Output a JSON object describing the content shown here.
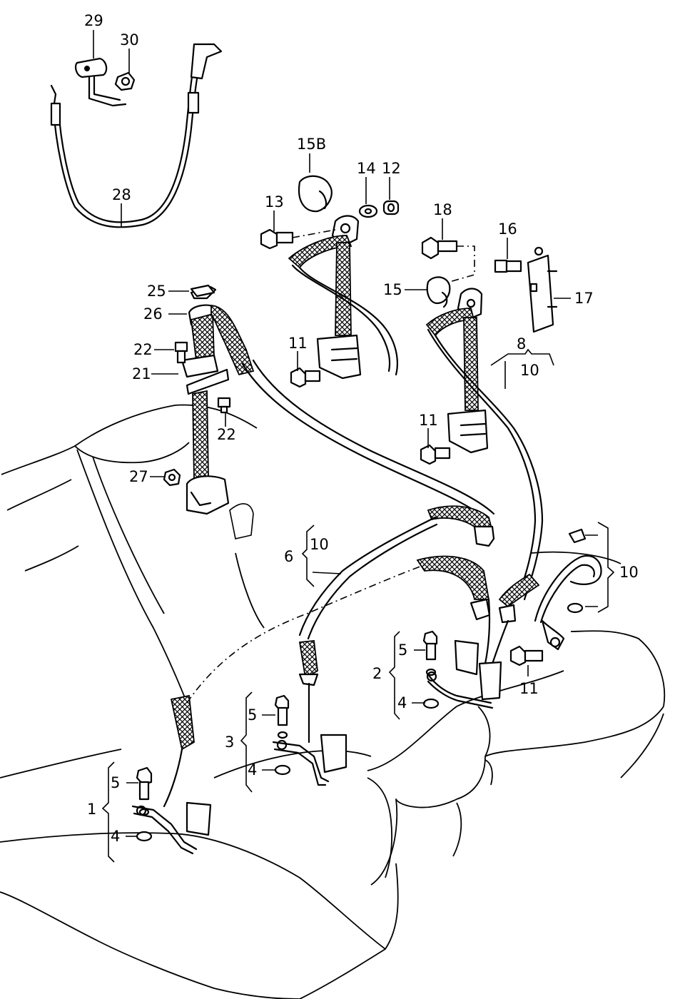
{
  "callouts": [
    {
      "id": "c29",
      "text": "29"
    },
    {
      "id": "c30",
      "text": "30"
    },
    {
      "id": "c28",
      "text": "28"
    },
    {
      "id": "c15b",
      "text": "15B"
    },
    {
      "id": "c14",
      "text": "14"
    },
    {
      "id": "c12",
      "text": "12"
    },
    {
      "id": "c13",
      "text": "13"
    },
    {
      "id": "c18",
      "text": "18"
    },
    {
      "id": "c16",
      "text": "16"
    },
    {
      "id": "c17",
      "text": "17"
    },
    {
      "id": "c15",
      "text": "15"
    },
    {
      "id": "c25",
      "text": "25"
    },
    {
      "id": "c26",
      "text": "26"
    },
    {
      "id": "c22a",
      "text": "22"
    },
    {
      "id": "c21",
      "text": "21"
    },
    {
      "id": "c22b",
      "text": "22"
    },
    {
      "id": "c27",
      "text": "27"
    },
    {
      "id": "c11a",
      "text": "11"
    },
    {
      "id": "c11b",
      "text": "11"
    },
    {
      "id": "c8",
      "text": "8"
    },
    {
      "id": "c10a",
      "text": "10"
    },
    {
      "id": "c6",
      "text": "6"
    },
    {
      "id": "c10b",
      "text": "10"
    },
    {
      "id": "c10c",
      "text": "10"
    },
    {
      "id": "c5a",
      "text": "5"
    },
    {
      "id": "c2",
      "text": "2"
    },
    {
      "id": "c4a",
      "text": "4"
    },
    {
      "id": "c11c",
      "text": "11"
    },
    {
      "id": "c5b",
      "text": "5"
    },
    {
      "id": "c3",
      "text": "3"
    },
    {
      "id": "c4b",
      "text": "4"
    },
    {
      "id": "c5c",
      "text": "5"
    },
    {
      "id": "c1",
      "text": "1"
    },
    {
      "id": "c4c",
      "text": "4"
    }
  ]
}
